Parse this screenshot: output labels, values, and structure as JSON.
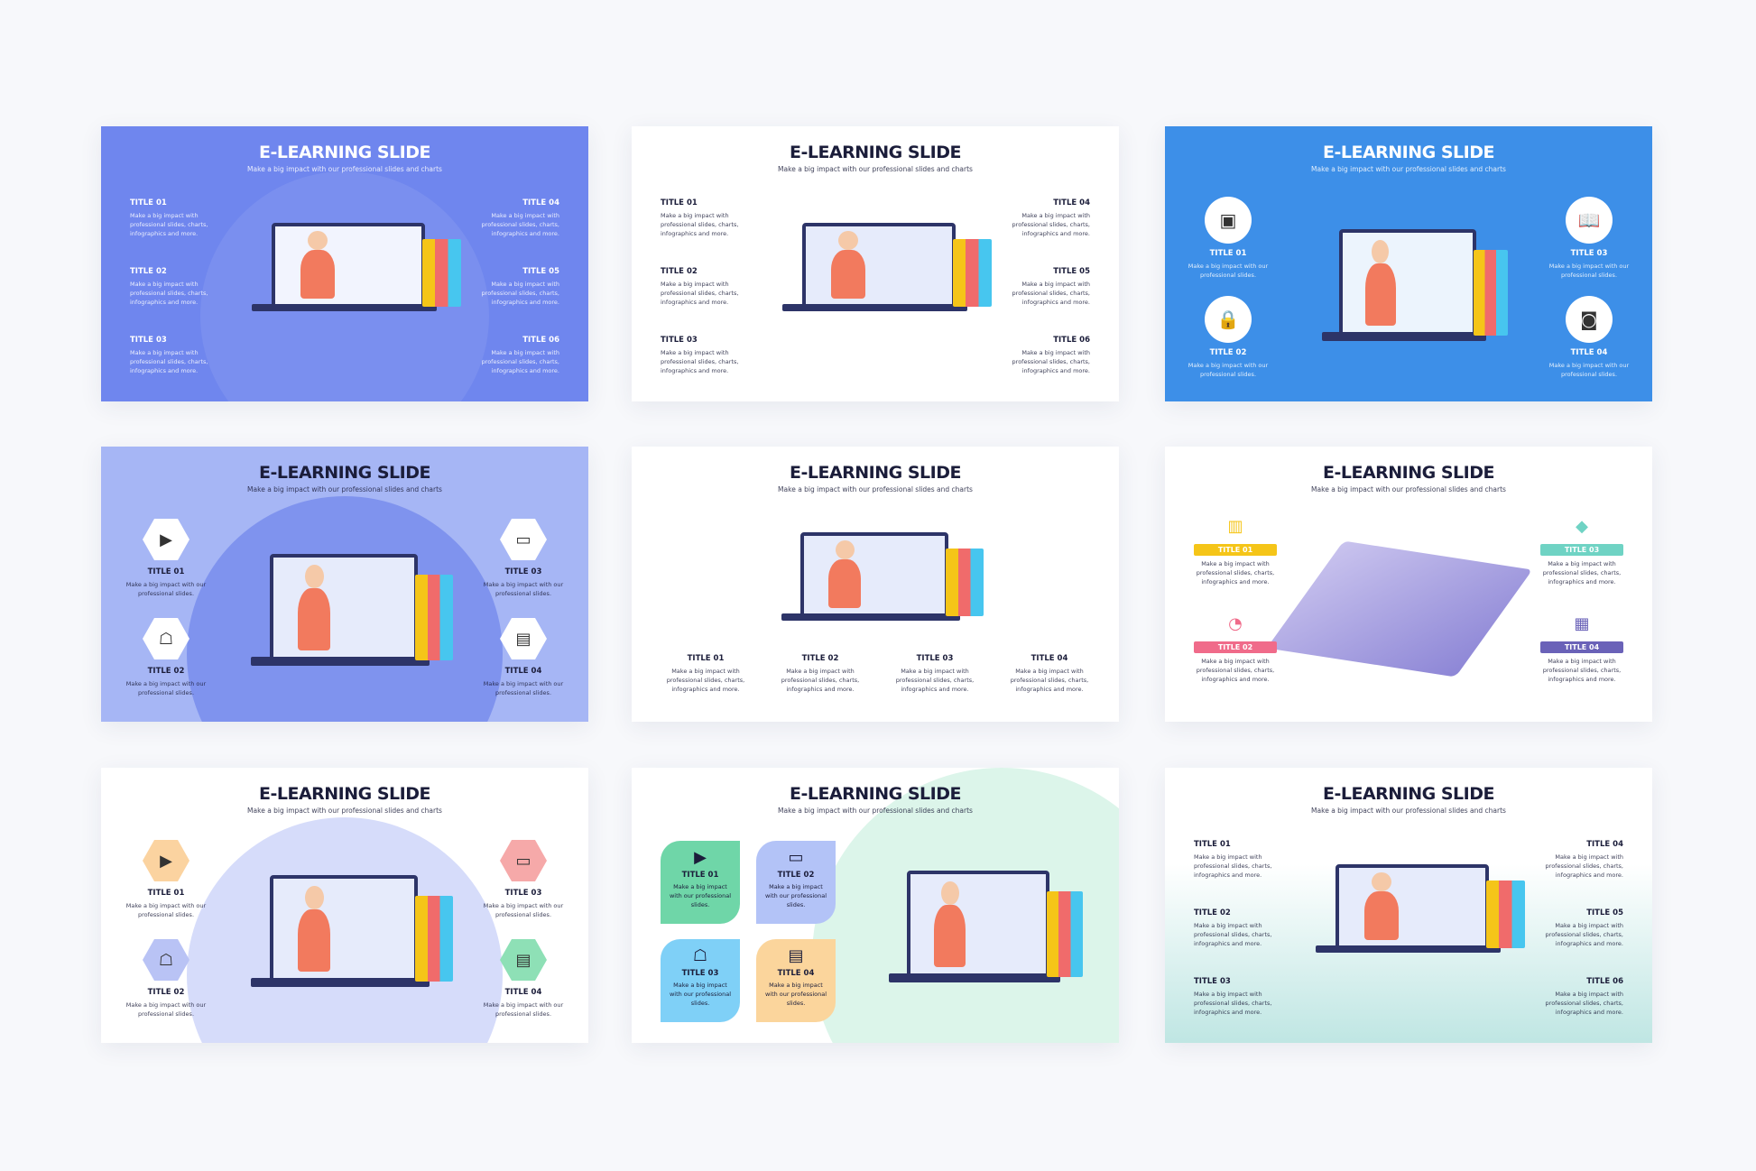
{
  "slides": [
    {
      "layout": "sides6",
      "bg": "#6f86ee",
      "fg": "#ffffff",
      "title": "E-LEARNING SLIDE",
      "subtitle": "Make a big impact with our professional slides and charts",
      "items": [
        {
          "title": "TITLE 01",
          "desc": "Make a big impact with professional slides, charts, infographics and more."
        },
        {
          "title": "TITLE 02",
          "desc": "Make a big impact with professional slides, charts, infographics and more."
        },
        {
          "title": "TITLE 03",
          "desc": "Make a big impact with professional slides, charts, infographics and more."
        },
        {
          "title": "TITLE 04",
          "desc": "Make a big impact with professional slides, charts, infographics and more."
        },
        {
          "title": "TITLE 05",
          "desc": "Make a big impact with professional slides, charts, infographics and more."
        },
        {
          "title": "TITLE 06",
          "desc": "Make a big impact with professional slides, charts, infographics and more."
        }
      ]
    },
    {
      "layout": "sides6",
      "bg": "#ffffff",
      "fg": "#1b1d3a",
      "title": "E-LEARNING SLIDE",
      "subtitle": "Make a big impact with our professional slides and charts",
      "items": [
        {
          "title": "TITLE 01",
          "desc": "Make a big impact with professional slides, charts, infographics and more."
        },
        {
          "title": "TITLE 02",
          "desc": "Make a big impact with professional slides, charts, infographics and more."
        },
        {
          "title": "TITLE 03",
          "desc": "Make a big impact with professional slides, charts, infographics and more."
        },
        {
          "title": "TITLE 04",
          "desc": "Make a big impact with professional slides, charts, infographics and more."
        },
        {
          "title": "TITLE 05",
          "desc": "Make a big impact with professional slides, charts, infographics and more."
        },
        {
          "title": "TITLE 06",
          "desc": "Make a big impact with professional slides, charts, infographics and more."
        }
      ]
    },
    {
      "layout": "circles4",
      "bg": "#3d8fe8",
      "fg": "#ffffff",
      "title": "E-LEARNING SLIDE",
      "subtitle": "Make a big impact with our professional slides and charts",
      "items": [
        {
          "title": "TITLE 01",
          "desc": "Make a big impact with our professional slides.",
          "icon": "video-call-icon"
        },
        {
          "title": "TITLE 02",
          "desc": "Make a big impact with our professional slides.",
          "icon": "lock-icon"
        },
        {
          "title": "TITLE 03",
          "desc": "Make a big impact with our professional slides.",
          "icon": "book-icon"
        },
        {
          "title": "TITLE 04",
          "desc": "Make a big impact with our professional slides.",
          "icon": "user-laptop-icon"
        }
      ]
    },
    {
      "layout": "hex4",
      "bg": "#a6b6f5",
      "fg": "#1b1d3a",
      "arch": "#7f93ee",
      "hexColors": [
        "#ffffff",
        "#ffffff",
        "#ffffff",
        "#ffffff"
      ],
      "title": "E-LEARNING SLIDE",
      "subtitle": "Make a big impact with our professional slides and charts",
      "items": [
        {
          "title": "TITLE 01",
          "desc": "Make a big impact with our professional slides.",
          "icon": "video-icon"
        },
        {
          "title": "TITLE 02",
          "desc": "Make a big impact with our professional slides.",
          "icon": "teacher-icon"
        },
        {
          "title": "TITLE 03",
          "desc": "Make a big impact with our professional slides.",
          "icon": "monitor-icon"
        },
        {
          "title": "TITLE 04",
          "desc": "Make a big impact with our professional slides.",
          "icon": "laptop-icon"
        }
      ]
    },
    {
      "layout": "bottom4",
      "bg": "#ffffff",
      "fg": "#1b1d3a",
      "title": "E-LEARNING SLIDE",
      "subtitle": "Make a big impact with our professional slides and charts",
      "items": [
        {
          "title": "TITLE 01",
          "desc": "Make a big impact with professional slides, charts, infographics and more."
        },
        {
          "title": "TITLE 02",
          "desc": "Make a big impact with professional slides, charts, infographics and more."
        },
        {
          "title": "TITLE 03",
          "desc": "Make a big impact with professional slides, charts, infographics and more."
        },
        {
          "title": "TITLE 04",
          "desc": "Make a big impact with professional slides, charts, infographics and more."
        }
      ]
    },
    {
      "layout": "bars4",
      "bg": "#ffffff",
      "fg": "#1b1d3a",
      "title": "E-LEARNING SLIDE",
      "subtitle": "Make a big impact with our professional slides and charts",
      "items": [
        {
          "title": "TITLE 01",
          "desc": "Make a big impact with professional slides, charts, infographics and more.",
          "color": "#f5c518",
          "icon": "chart-icon"
        },
        {
          "title": "TITLE 02",
          "desc": "Make a big impact with professional slides, charts, infographics and more.",
          "color": "#f06b8a",
          "icon": "user-icon"
        },
        {
          "title": "TITLE 03",
          "desc": "Make a big impact with professional slides, charts, infographics and more.",
          "color": "#6fd3c4",
          "icon": "graduation-cap-icon"
        },
        {
          "title": "TITLE 04",
          "desc": "Make a big impact with professional slides, charts, infographics and more.",
          "color": "#6a62b8",
          "icon": "printer-icon"
        }
      ]
    },
    {
      "layout": "hex4",
      "bg": "#ffffff",
      "fg": "#1b1d3a",
      "arch": "#d6dcfa",
      "hexColors": [
        "#fbd3a0",
        "#b9c3f5",
        "#f6a9a9",
        "#8ee0b6"
      ],
      "title": "E-LEARNING SLIDE",
      "subtitle": "Make a big impact with our professional slides and charts",
      "items": [
        {
          "title": "TITLE 01",
          "desc": "Make a big impact with our professional slides.",
          "icon": "video-icon"
        },
        {
          "title": "TITLE 02",
          "desc": "Make a big impact with our professional slides.",
          "icon": "teacher-icon"
        },
        {
          "title": "TITLE 03",
          "desc": "Make a big impact with our professional slides.",
          "icon": "monitor-icon"
        },
        {
          "title": "TITLE 04",
          "desc": "Make a big impact with our professional slides.",
          "icon": "laptop-icon"
        }
      ]
    },
    {
      "layout": "cards4",
      "bg": "#ffffff",
      "fg": "#1b1d3a",
      "blob": "#dcf5ea",
      "title": "E-LEARNING SLIDE",
      "subtitle": "Make a big impact with our professional slides and charts",
      "items": [
        {
          "title": "TITLE 01",
          "desc": "Make a big impact with our professional slides.",
          "color": "#6fd6a8",
          "icon": "video-laptop-icon"
        },
        {
          "title": "TITLE 02",
          "desc": "Make a big impact with our professional slides.",
          "color": "#b3c3f7",
          "icon": "monitor-icon"
        },
        {
          "title": "TITLE 03",
          "desc": "Make a big impact with our professional slides.",
          "color": "#7fd0f7",
          "icon": "teacher-icon"
        },
        {
          "title": "TITLE 04",
          "desc": "Make a big impact with our professional slides.",
          "color": "#fbd59c",
          "icon": "laptop-list-icon"
        }
      ]
    },
    {
      "layout": "sides6",
      "bg": "linear-gradient(#ffffff 35%,#bfe6e3)",
      "fg": "#1b1d3a",
      "title": "E-LEARNING SLIDE",
      "subtitle": "Make a big impact with our professional slides and charts",
      "items": [
        {
          "title": "TITLE 01",
          "desc": "Make a big impact with professional slides, charts, infographics and more."
        },
        {
          "title": "TITLE 02",
          "desc": "Make a big impact with professional slides, charts, infographics and more."
        },
        {
          "title": "TITLE 03",
          "desc": "Make a big impact with professional slides, charts, infographics and more."
        },
        {
          "title": "TITLE 04",
          "desc": "Make a big impact with professional slides, charts, infographics and more."
        },
        {
          "title": "TITLE 05",
          "desc": "Make a big impact with professional slides, charts, infographics and more."
        },
        {
          "title": "TITLE 06",
          "desc": "Make a big impact with professional slides, charts, infographics and more."
        }
      ]
    }
  ]
}
